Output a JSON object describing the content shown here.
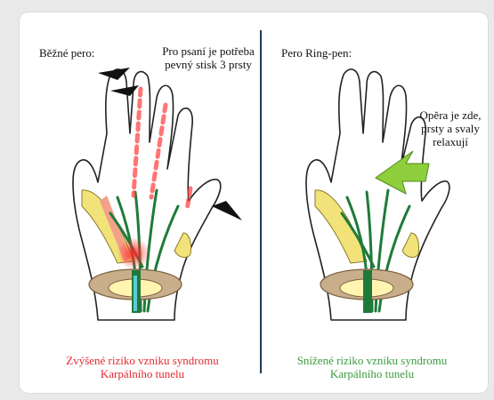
{
  "left_panel": {
    "title": "Běžné pero:",
    "note_line1": "Pro psaní je potřeba",
    "note_line2": "pevný stisk 3 prsty",
    "caption_line1": "Zvýšené riziko vzniku syndromu",
    "caption_line2": "Karpálního tunelu"
  },
  "right_panel": {
    "title": "Pero Ring-pen:",
    "note_line1": "Opěra je zde,",
    "note_line2": "prsty a svaly",
    "note_line3": "relaxují",
    "caption_line1": "Snížené riziko vzniku syndromu",
    "caption_line2": "Karpálního tunelu"
  },
  "colors": {
    "risk_red": "#e4282f",
    "relief_green": "#3a9a3c",
    "tendon_green": "#1f7a3a",
    "nerve_yellow": "#f1e27a",
    "ring": "#c9ae8c",
    "divider": "#1f3a55"
  }
}
